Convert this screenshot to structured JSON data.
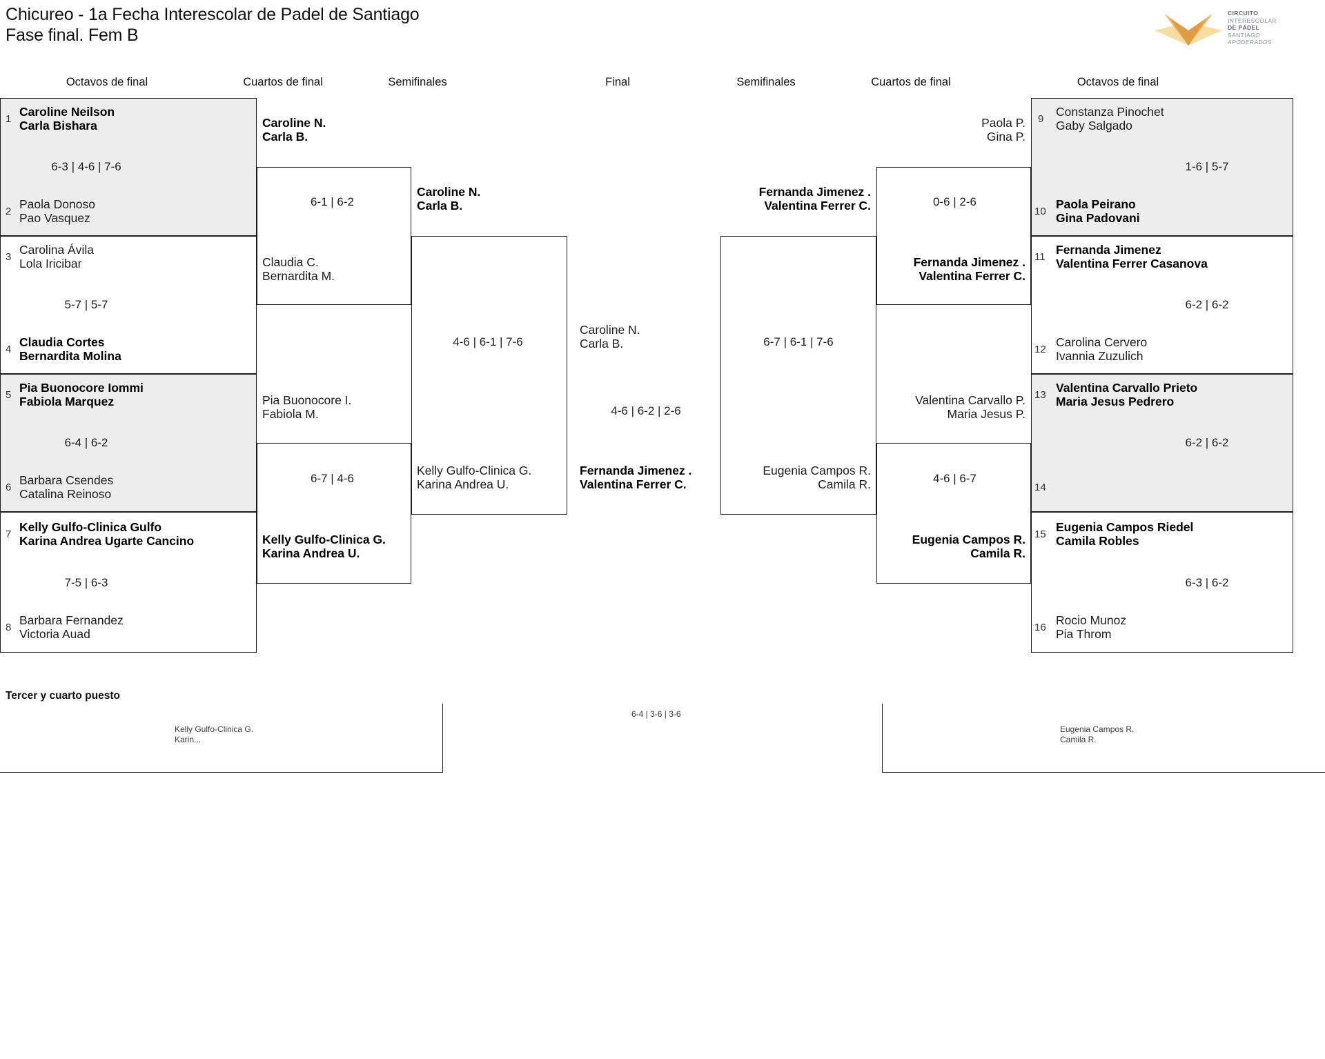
{
  "header": {
    "title_line1": "Chicureo - 1a Fecha Interescolar de Padel de Santiago",
    "title_line2": "Fase final. Fem B"
  },
  "logo": {
    "line1": "CIRCUITO",
    "line2": "INTERESCOLAR",
    "line3": "DE PÁDEL",
    "line4": "SANTIAGO",
    "line5": "APODERADOS",
    "mark_color_dark": "#e09b45",
    "mark_color_mid": "#eeb35f",
    "mark_color_light": "#f7dda0",
    "text_color": "#8a8f98",
    "text_bold_color": "#5c6370"
  },
  "rounds": {
    "left": [
      "Octavos de final",
      "Cuartos de final",
      "Semifinales"
    ],
    "center": "Final",
    "right": [
      "Semifinales",
      "Cuartos de final",
      "Octavos de final"
    ]
  },
  "colors": {
    "shade": "#ededed",
    "line": "#1d1d1d",
    "text": "#1d1d1d"
  },
  "left": {
    "octavos": [
      {
        "seed": "1",
        "n1": "Caroline Neilson",
        "n2": "Carla Bishara",
        "winner": true
      },
      {
        "seed": "2",
        "n1": "Paola Donoso",
        "n2": "Pao Vasquez",
        "winner": false
      },
      {
        "seed": "3",
        "n1": "Carolina Ávila",
        "n2": "Lola Iricibar",
        "winner": false
      },
      {
        "seed": "4",
        "n1": "Claudia Cortes",
        "n2": "Bernardita Molina",
        "winner": true
      },
      {
        "seed": "5",
        "n1": "Pia Buonocore Iommi",
        "n2": "Fabiola Marquez",
        "winner": true
      },
      {
        "seed": "6",
        "n1": "Barbara Csendes",
        "n2": "Catalina Reinoso",
        "winner": false
      },
      {
        "seed": "7",
        "n1": "Kelly Gulfo-Clinica Gulfo",
        "n2": "Karina Andrea Ugarte Cancino",
        "winner": true
      },
      {
        "seed": "8",
        "n1": "Barbara Fernandez",
        "n2": "Victoria Auad",
        "winner": false
      }
    ],
    "octavos_scores": [
      "6-3 | 4-6 | 7-6",
      "5-7 | 5-7",
      "6-4 | 6-2",
      "7-5 | 6-3"
    ],
    "cuartos": [
      {
        "n1": "Caroline N.",
        "n2": "Carla B.",
        "winner": true
      },
      {
        "n1": "Claudia C.",
        "n2": "Bernardita M.",
        "winner": false
      },
      {
        "n1": "Pia Buonocore I.",
        "n2": "Fabiola M.",
        "winner": false
      },
      {
        "n1": "Kelly Gulfo-Clinica G.",
        "n2": "Karina Andrea U.",
        "winner": true
      }
    ],
    "cuartos_scores": [
      "6-1 | 6-2",
      "6-7 | 4-6"
    ],
    "semis": [
      {
        "n1": "Caroline N.",
        "n2": "Carla B.",
        "winner": true
      },
      {
        "n1": "Kelly Gulfo-Clinica G.",
        "n2": "Karina Andrea U.",
        "winner": false
      }
    ],
    "semis_score": "4-6 | 6-1 | 7-6"
  },
  "final": {
    "top": {
      "n1": "Caroline N.",
      "n2": "Carla B.",
      "winner": false
    },
    "bottom": {
      "n1": "Fernanda Jimenez .",
      "n2": "Valentina Ferrer C.",
      "winner": true
    },
    "score": "4-6 | 6-2 | 2-6"
  },
  "right": {
    "semis": [
      {
        "n1": "Fernanda Jimenez .",
        "n2": "Valentina Ferrer C.",
        "winner": true
      },
      {
        "n1": "Eugenia Campos R.",
        "n2": "Camila R.",
        "winner": false
      }
    ],
    "semis_score": "6-7 | 6-1 | 7-6",
    "cuartos": [
      {
        "n1": "Paola P.",
        "n2": "Gina P.",
        "winner": false
      },
      {
        "n1": "Fernanda Jimenez .",
        "n2": "Valentina Ferrer C.",
        "winner": true
      },
      {
        "n1": "Valentina Carvallo P.",
        "n2": "Maria Jesus P.",
        "winner": false
      },
      {
        "n1": "Eugenia Campos R.",
        "n2": "Camila R.",
        "winner": true
      }
    ],
    "cuartos_scores": [
      "0-6 | 2-6",
      "4-6 | 6-7"
    ],
    "octavos": [
      {
        "seed": "9",
        "n1": "Constanza Pinochet",
        "n2": "Gaby Salgado",
        "winner": false
      },
      {
        "seed": "10",
        "n1": "Paola Peirano",
        "n2": "Gina Padovani",
        "winner": true
      },
      {
        "seed": "11",
        "n1": "Fernanda Jimenez",
        "n2": "Valentina Ferrer Casanova",
        "winner": true
      },
      {
        "seed": "12",
        "n1": "Carolina Cervero",
        "n2": "Ivannia Zuzulich",
        "winner": false
      },
      {
        "seed": "13",
        "n1": "Valentina Carvallo Prieto",
        "n2": "Maria Jesus Pedrero",
        "winner": true
      },
      {
        "seed": "14",
        "n1": "",
        "n2": "",
        "winner": false
      },
      {
        "seed": "15",
        "n1": "Eugenia Campos Riedel",
        "n2": "Camila Robles",
        "winner": true
      },
      {
        "seed": "16",
        "n1": "Rocio Munoz",
        "n2": "Pia Throm",
        "winner": false
      }
    ],
    "octavos_scores": [
      "1-6 | 5-7",
      "6-2 | 6-2",
      "6-2 | 6-2",
      "6-3 | 6-2"
    ]
  },
  "third_place": {
    "label": "Tercer y cuarto puesto",
    "left_team": {
      "n1": "Kelly Gulfo-Clinica G.",
      "n2": "Karin..."
    },
    "right_team": {
      "n1": "Eugenia Campos R.",
      "n2": "Camila R."
    },
    "score": "6-4 | 3-6 | 3-6"
  }
}
